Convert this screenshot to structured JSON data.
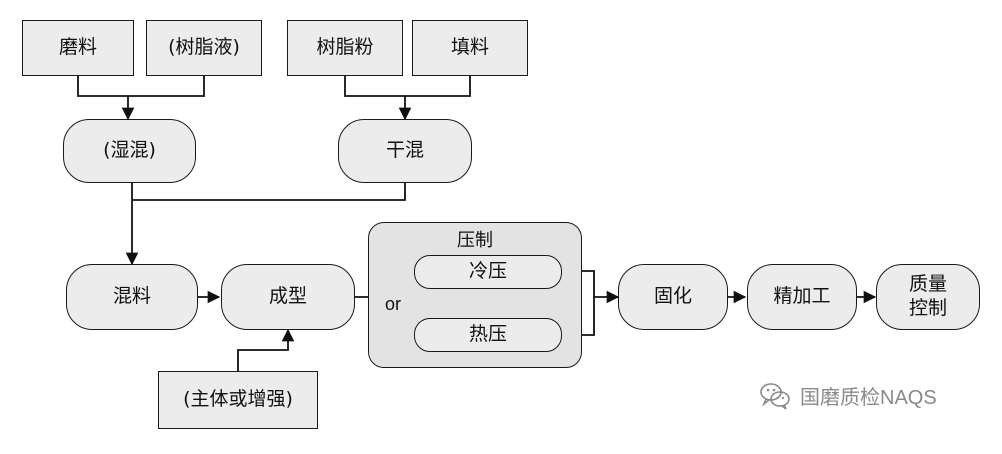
{
  "diagram": {
    "inputs": {
      "abrasive": "磨料",
      "resin_liquid": "(树脂液)",
      "resin_powder": "树脂粉",
      "filler": "填料",
      "main_or_reinforce": "(主体或增强)"
    },
    "steps": {
      "wet_mix": "(湿混)",
      "dry_mix": "干混",
      "mixing": "混料",
      "forming": "成型",
      "curing": "固化",
      "finishing": "精加工",
      "quality_control": "质量\n控制"
    },
    "pressing_group": {
      "title": "压制",
      "cold": "冷压",
      "hot": "热压",
      "or_label": "or"
    }
  },
  "watermark": {
    "text": "国磨质检NAQS",
    "icon": "wechat-icon",
    "color": "#8a8a8a"
  },
  "colors": {
    "box_fill": "#ececec",
    "group_fill": "#e3e3e3",
    "stroke": "#1a1a1a"
  }
}
